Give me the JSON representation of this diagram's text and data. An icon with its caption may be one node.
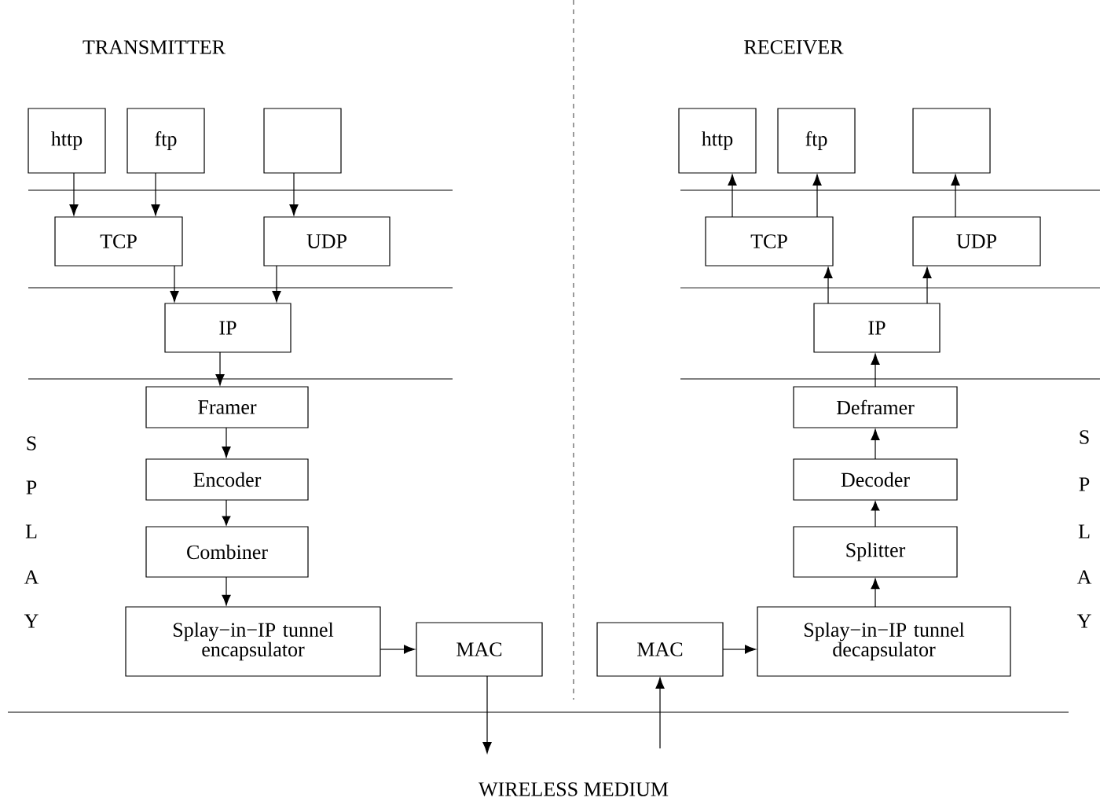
{
  "diagram": {
    "nodes": [
      {
        "text": [
          "http"
        ]
      },
      {
        "text": [
          "ftp"
        ]
      },
      {
        "text": [],
        "shape": "box"
      },
      {
        "text": [
          "TCP"
        ]
      },
      {
        "text": [
          "UDP"
        ]
      },
      {
        "text": [
          "IP"
        ]
      },
      {
        "text": [
          "Framer"
        ]
      },
      {
        "text": [
          "Encoder"
        ]
      },
      {
        "text": [
          "Combiner"
        ]
      },
      {
        "text": [
          "Splay−in−IP tunnel encapsulator"
        ]
      },
      {
        "text": [
          "MAC"
        ]
      },
      {
        "text": [
          "http"
        ]
      },
      {
        "text": [
          "ftp"
        ]
      },
      {
        "text": [],
        "shape": "box"
      },
      {
        "text": [
          "TCP"
        ]
      },
      {
        "text": [
          "UDP"
        ]
      },
      {
        "text": [
          "IP"
        ]
      },
      {
        "text": [
          "Deframer"
        ]
      },
      {
        "text": [
          "Decoder"
        ]
      },
      {
        "text": [
          "Splitter"
        ]
      },
      {
        "text": [
          "MAC"
        ]
      },
      {
        "text": [
          "Splay−in−IP tunnel decapsulator"
        ]
      }
    ],
    "edges": [
      {
        "from": 0,
        "to": 3,
        "arrow": "to"
      },
      {
        "from": 1,
        "to": 3,
        "arrow": "to"
      },
      {
        "from": 2,
        "to": 4,
        "arrow": "to"
      },
      {
        "from": 3,
        "to": 5,
        "arrow": "to"
      },
      {
        "from": 4,
        "to": 5,
        "arrow": "to"
      },
      {
        "from": 5,
        "to": 6,
        "arrow": "to"
      },
      {
        "from": 6,
        "to": 7,
        "arrow": "to"
      },
      {
        "from": 7,
        "to": 8,
        "arrow": "to"
      },
      {
        "from": 8,
        "to": 9,
        "arrow": "to"
      },
      {
        "from": 9,
        "to": 10,
        "arrow": "to"
      },
      {
        "from": 10,
        "to": null,
        "arrow": "to"
      },
      {
        "from": 14,
        "to": 11,
        "arrow": "to"
      },
      {
        "from": 14,
        "to": 12,
        "arrow": "to"
      },
      {
        "from": 15,
        "to": 13,
        "arrow": "to"
      },
      {
        "from": 16,
        "to": 14,
        "arrow": "to"
      },
      {
        "from": 16,
        "to": 15,
        "arrow": "to"
      },
      {
        "from": 17,
        "to": 16,
        "arrow": "to"
      },
      {
        "from": 18,
        "to": 17,
        "arrow": "to"
      },
      {
        "from": 19,
        "to": 18,
        "arrow": "to"
      },
      {
        "from": 21,
        "to": 19,
        "arrow": "to"
      },
      {
        "from": 20,
        "to": 21,
        "arrow": "to"
      },
      {
        "from": null,
        "to": 20,
        "arrow": "to"
      }
    ],
    "labels": [
      "TRANSMITTER",
      "RECEIVER",
      "S",
      "P",
      "L",
      "A",
      "Y",
      "S",
      "P",
      "L",
      "A",
      "Y",
      "WIRELESS MEDIUM"
    ]
  }
}
